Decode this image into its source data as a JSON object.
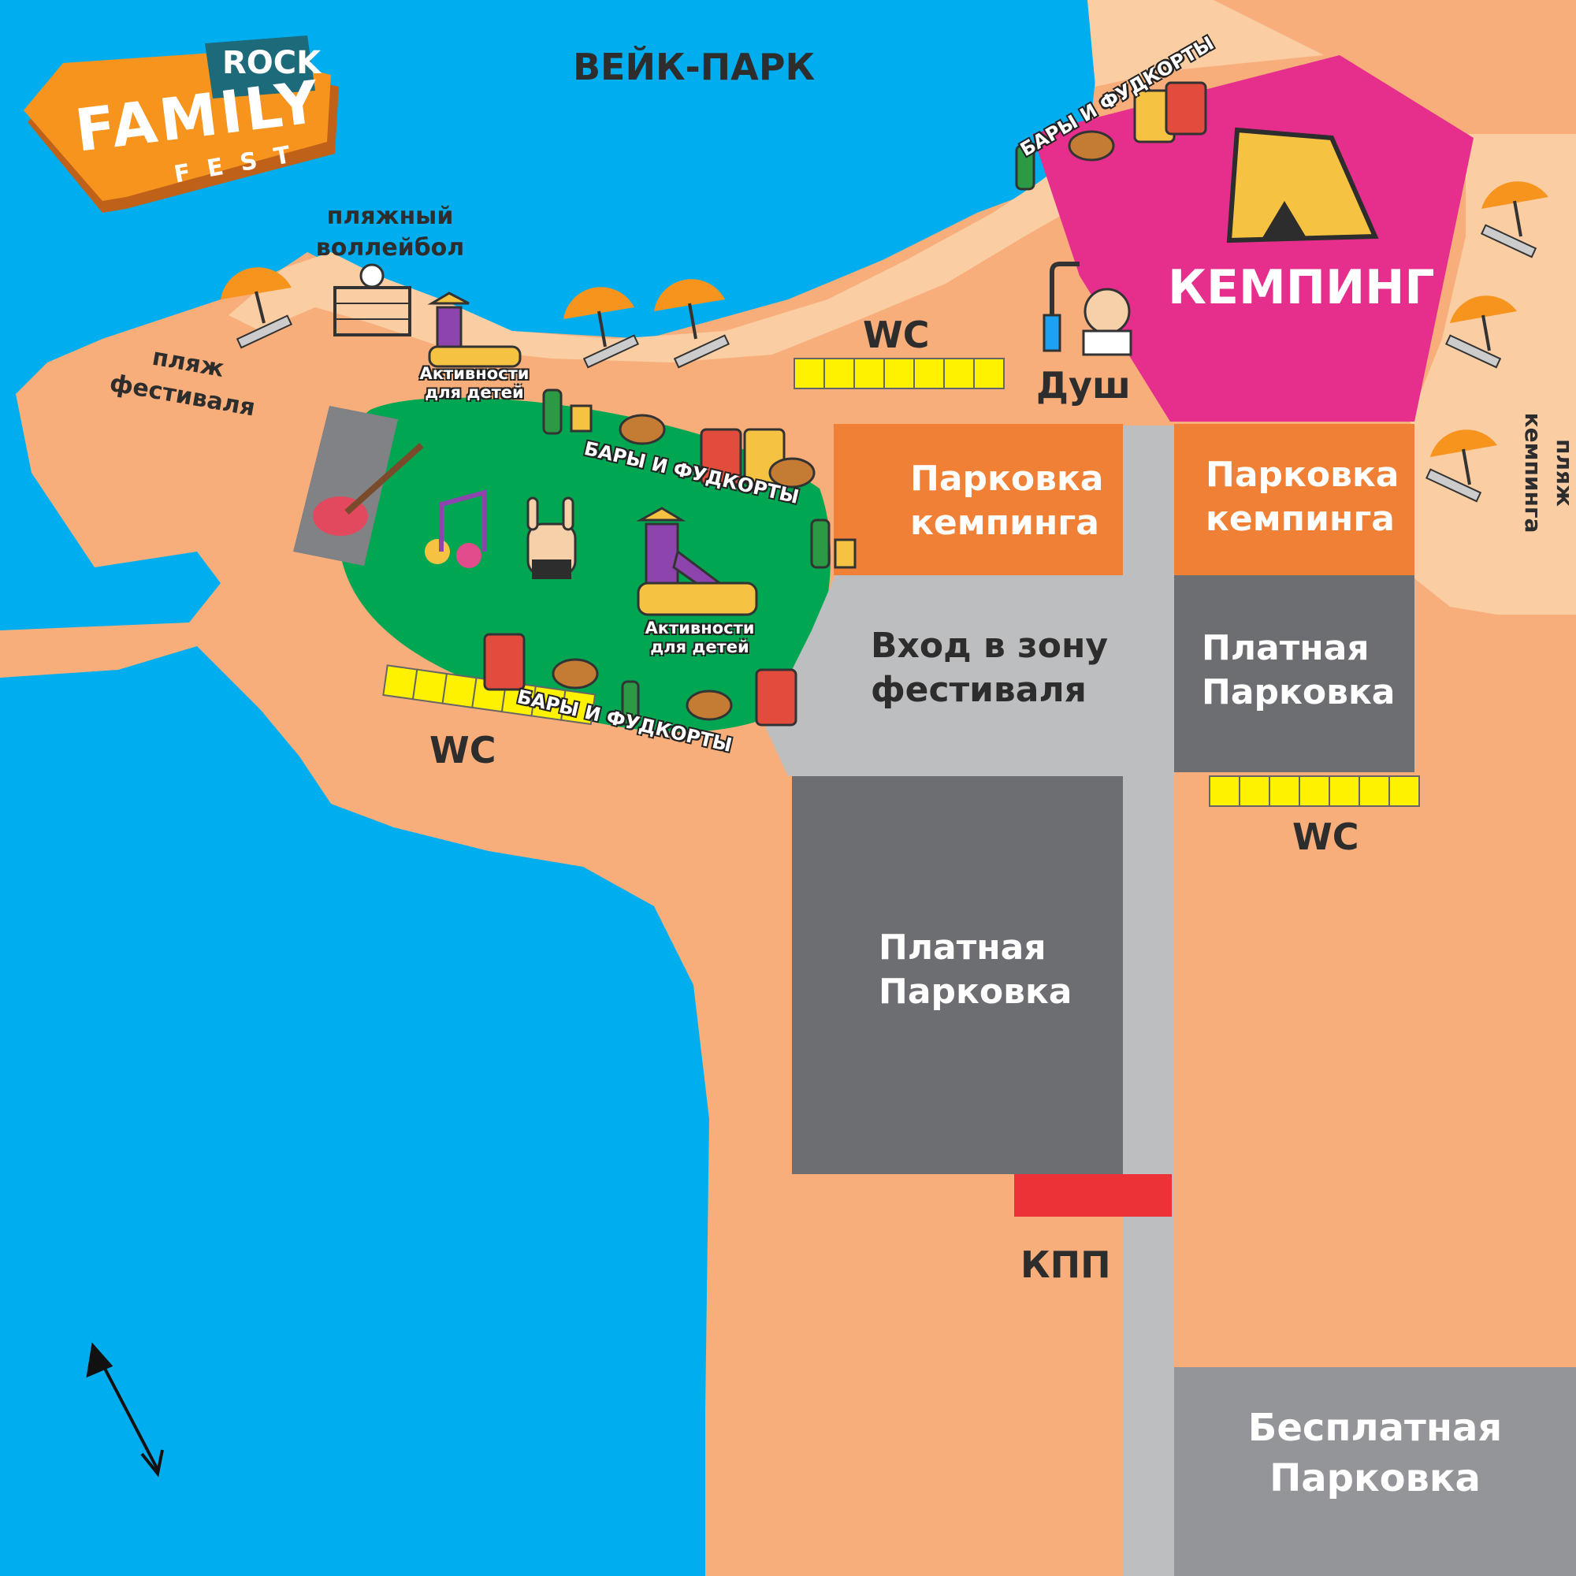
{
  "logo": {
    "top_word": "ROCK",
    "main_word": "FAMILY",
    "sub_word": "FEST",
    "colors": {
      "orange": "#f7941d",
      "shadow": "#c0611a",
      "teal": "#1d6b7a",
      "white": "#ffffff"
    }
  },
  "labels": {
    "wake_park": "ВЕЙК-ПАРК",
    "volleyball": "пляжный\nволлейбол",
    "festival_beach": "пляж\nфестиваля",
    "camping_beach": "пляж\nкемпинга",
    "camping": "КЕМПИНГ",
    "shower": "Душ",
    "kids_top": "Активности\nдля детей",
    "kids_center": "Активности\nдля детей",
    "bars_top": "БАРЫ И ФУДКОРТЫ",
    "bars_field_top": "БАРЫ И ФУДКОРТЫ",
    "bars_field_bottom": "БАРЫ И ФУДКОРТЫ",
    "wc_top": "WC",
    "wc_left": "WC",
    "wc_right": "WC",
    "parking_camp_1": "Парковка\nкемпинга",
    "parking_camp_2": "Парковка\nкемпинга",
    "entrance": "Вход в зону\nфестиваля",
    "paid_parking_1": "Платная\nПарковка",
    "paid_parking_2": "Платная\nПарковка",
    "free_parking": "Бесплатная\nПарковка",
    "checkpoint": "КПП"
  },
  "icons": {
    "stage": "guitar-stage-icon",
    "music": "music-notes-icon",
    "rock_hand": "rock-hand-icon",
    "playground": "playground-slide-icon",
    "tent": "tent-icon",
    "shower": "shower-icon",
    "umbrella": "beach-umbrella-icon",
    "volleyball": "volleyball-net-icon",
    "food": "burger-fries-drinks-icon",
    "compass": "north-arrow-icon"
  },
  "colors": {
    "water": "#00aeef",
    "land": "#f7ae7b",
    "beach": "#fbcda2",
    "field": "#00a651",
    "camping": "#e62e8c",
    "camp_parking": "#f08035",
    "road": "#bcbec0",
    "paid_parking": "#6d6e71",
    "free_parking": "#939598",
    "stage": "#808285",
    "wc": "#fff200",
    "checkpoint": "#ed3237"
  }
}
